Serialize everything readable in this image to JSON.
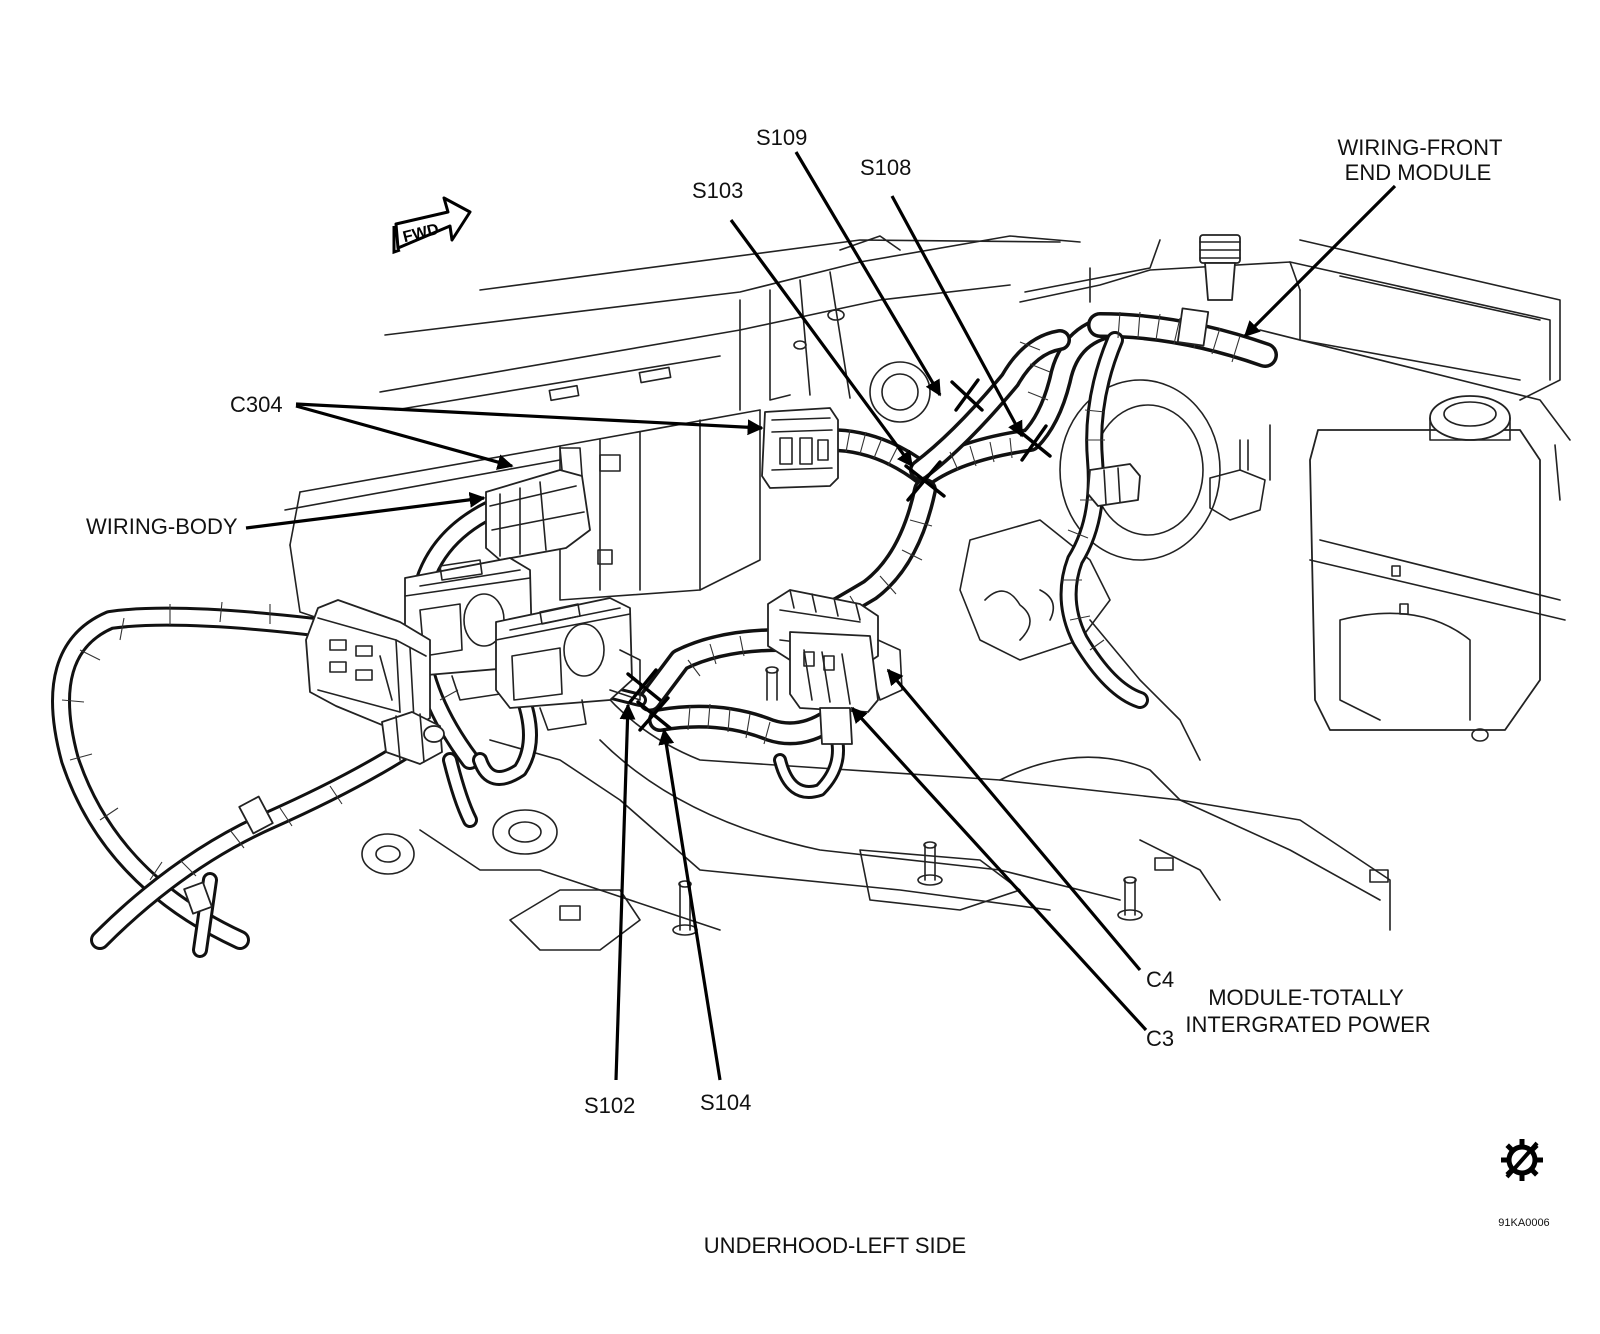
{
  "labels": {
    "s109": "S109",
    "s108": "S108",
    "s103": "S103",
    "wiring_front_line1": "WIRING-FRONT",
    "wiring_front_line2": "END MODULE",
    "c304": "C304",
    "wiring_body": "WIRING-BODY",
    "c4": "C4",
    "c3": "C3",
    "module_line1": "MODULE-TOTALLY",
    "module_line2": "INTERGRATED POWER",
    "s102": "S102",
    "s104": "S104"
  },
  "fwd_arrow": "FWD",
  "caption": "UNDERHOOD-LEFT SIDE",
  "figure_code": "91KA0006",
  "icons": {
    "fwd": "fwd-arrow-icon",
    "logo": "gear-slash-logo-icon"
  }
}
